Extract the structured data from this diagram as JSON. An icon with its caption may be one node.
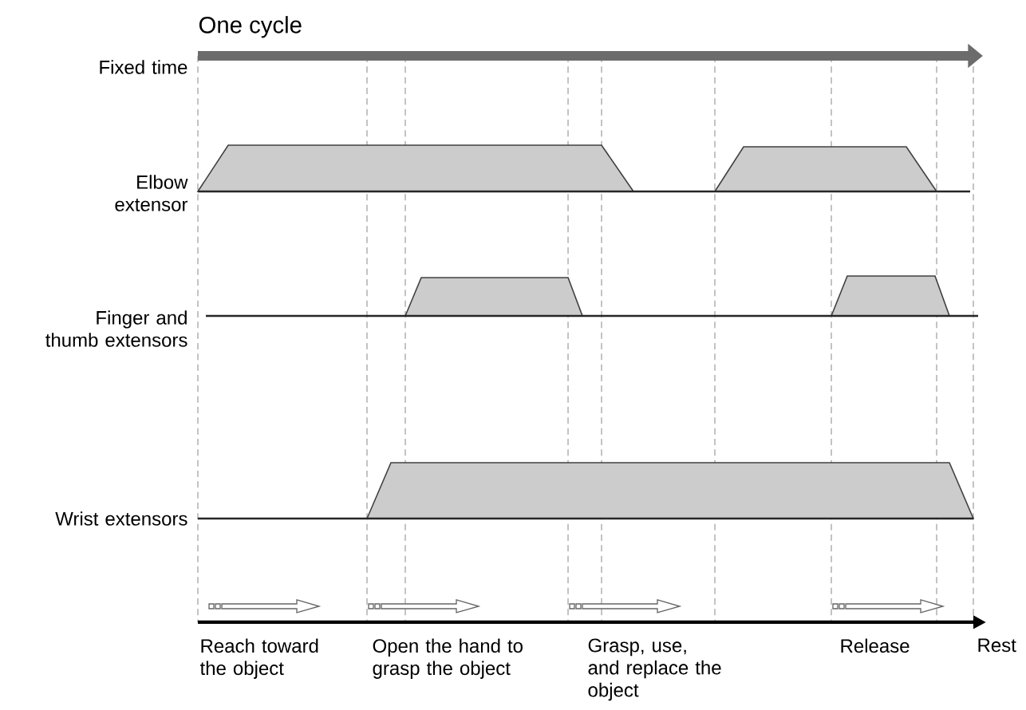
{
  "diagram": {
    "title": "One cycle",
    "labels": [
      "Fixed time",
      "Elbow extensor",
      "Finger and thumb extensors",
      "Wrist extensors",
      "Reach toward the object",
      "Open the hand to grasp the object",
      "Grasp, use, and replace the object",
      "Release",
      "Rest"
    ]
  }
}
